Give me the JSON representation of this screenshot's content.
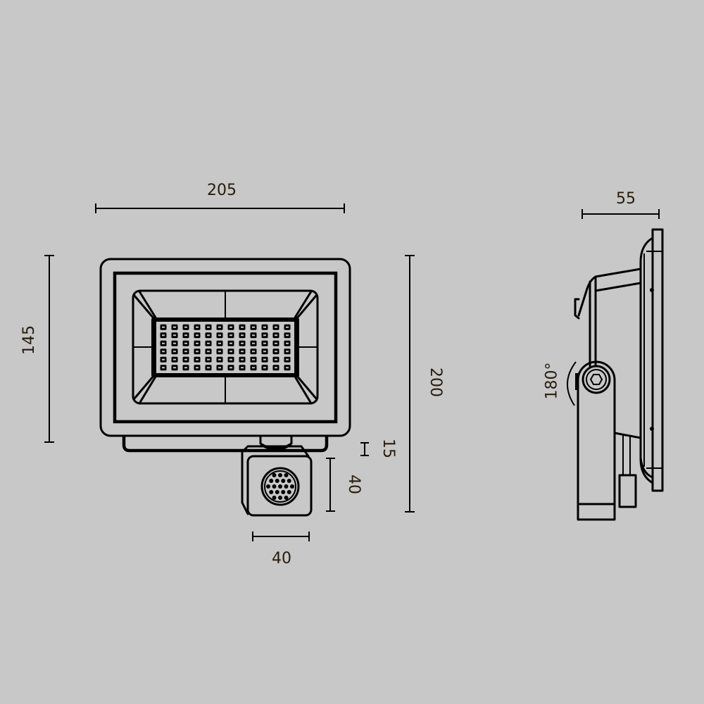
{
  "figure": {
    "title": "Floodlight with motion sensor — dimension drawing",
    "views": [
      "front-view",
      "side-view"
    ],
    "units": "mm"
  },
  "colors": {
    "background": "#c8c8c8",
    "line": "#000000",
    "label_text": "#261c0e"
  },
  "dimensions": {
    "front_width": "205",
    "front_height": "145",
    "total_height": "200",
    "bracket_gap": "15",
    "sensor_height": "40",
    "sensor_width": "40",
    "side_depth": "55",
    "rotation_angle": "180°"
  },
  "led_array": {
    "rows": 6,
    "columns": 12
  },
  "sensor_lens": {
    "holes": 19
  }
}
